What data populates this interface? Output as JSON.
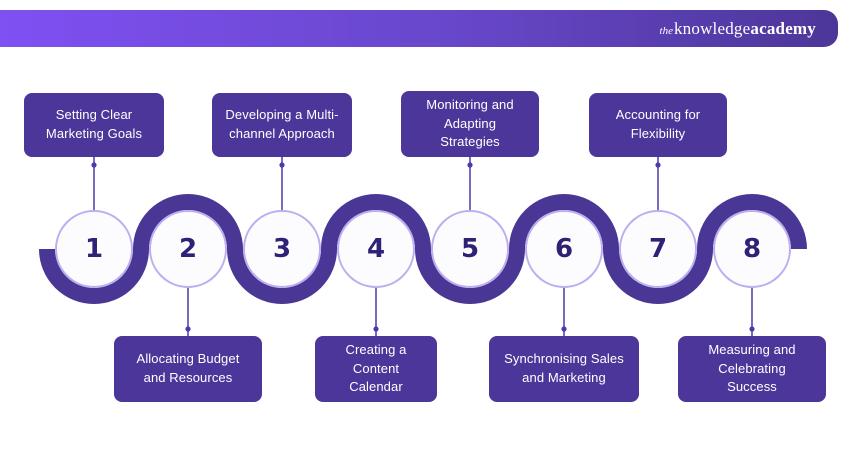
{
  "header": {
    "logo": {
      "the": "the",
      "knowledge": "knowledge",
      "academy": "academy"
    }
  },
  "diagram": {
    "steps": [
      {
        "number": "1",
        "label": "Setting Clear\nMarketing Goals",
        "label_position": "top"
      },
      {
        "number": "2",
        "label": "Allocating Budget\nand Resources",
        "label_position": "bottom"
      },
      {
        "number": "3",
        "label": "Developing a Multi-\nchannel Approach",
        "label_position": "top"
      },
      {
        "number": "4",
        "label": "Creating a\nContent\nCalendar",
        "label_position": "bottom"
      },
      {
        "number": "5",
        "label": "Monitoring and\nAdapting\nStrategies",
        "label_position": "top"
      },
      {
        "number": "6",
        "label": "Synchronising Sales\nand Marketing",
        "label_position": "bottom"
      },
      {
        "number": "7",
        "label": "Accounting for\nFlexibility",
        "label_position": "top"
      },
      {
        "number": "8",
        "label": "Measuring and\nCelebrating\nSuccess",
        "label_position": "bottom"
      }
    ],
    "colors": {
      "header_gradient_left": "#7F50F3",
      "header_gradient_right": "#4D3699",
      "box_background": "#4C3699",
      "ribbon": "#4A3795",
      "circle_border": "#BCAEF0",
      "circle_fill": "#FCFCFE",
      "number_text": "#2F2276",
      "connector_line": "#4D39A8",
      "baseline_thin_line": "#C2B4F1",
      "label_text": "#FFFFFF"
    }
  }
}
